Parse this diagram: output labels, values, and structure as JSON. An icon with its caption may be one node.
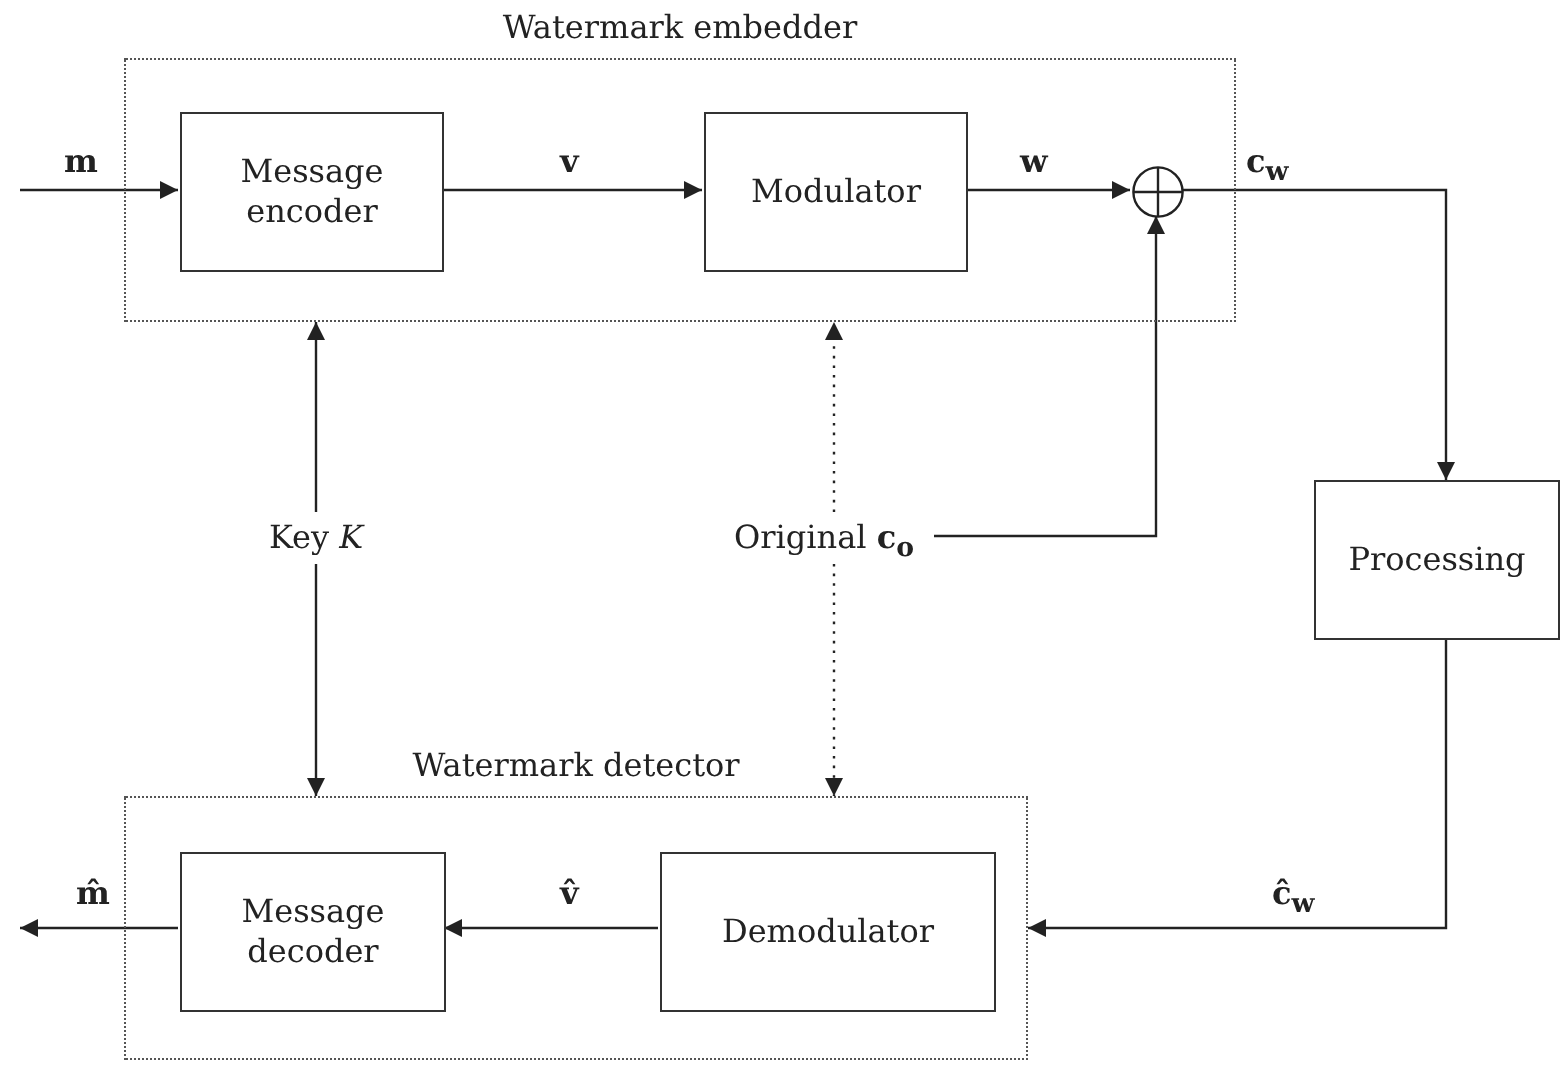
{
  "diagram": {
    "nodes": [
      {
        "text": [
          "Watermark embedder"
        ]
      },
      {
        "text": [
          "Message encoder"
        ],
        "in": 0
      },
      {
        "text": [
          "Modulator"
        ],
        "in": 0
      },
      {
        "text": [],
        "shape": "circle",
        "in": 0
      },
      {
        "text": [
          "Processing"
        ]
      },
      {
        "text": [
          "Watermark detector"
        ]
      },
      {
        "text": [
          "Message decoder"
        ],
        "in": 5
      },
      {
        "text": [
          "Demodulator"
        ],
        "in": 5
      },
      {
        "text": [
          "Key *K*"
        ]
      },
      {
        "text": [
          "Original **c**$_{o}$"
        ]
      }
    ],
    "edges": [
      {
        "from": null,
        "to": 1,
        "arrow": "to",
        "label": "m"
      },
      {
        "from": 1,
        "to": 2,
        "arrow": "to",
        "label": "v"
      },
      {
        "from": 2,
        "to": 3,
        "arrow": "to",
        "label": "w"
      },
      {
        "from": 3,
        "to": 4,
        "arrow": "to",
        "label": "c$_{w}$"
      },
      {
        "from": 9,
        "to": 3,
        "arrow": "to"
      },
      {
        "from": 8,
        "to": 0,
        "arrow": "to"
      },
      {
        "from": 8,
        "to": 5,
        "arrow": "to"
      },
      {
        "from": 9,
        "to": 0,
        "arrow": "to",
        "style": "dashed"
      },
      {
        "from": 9,
        "to": 5,
        "arrow": "to",
        "style": "dashed"
      },
      {
        "from": 4,
        "to": 5,
        "arrow": "to",
        "label": "ĉ$_{w}$"
      },
      {
        "from": 7,
        "to": 6,
        "arrow": "to",
        "label": "v̂"
      },
      {
        "from": 6,
        "to": null,
        "arrow": "to",
        "label": "m̂"
      }
    ]
  }
}
